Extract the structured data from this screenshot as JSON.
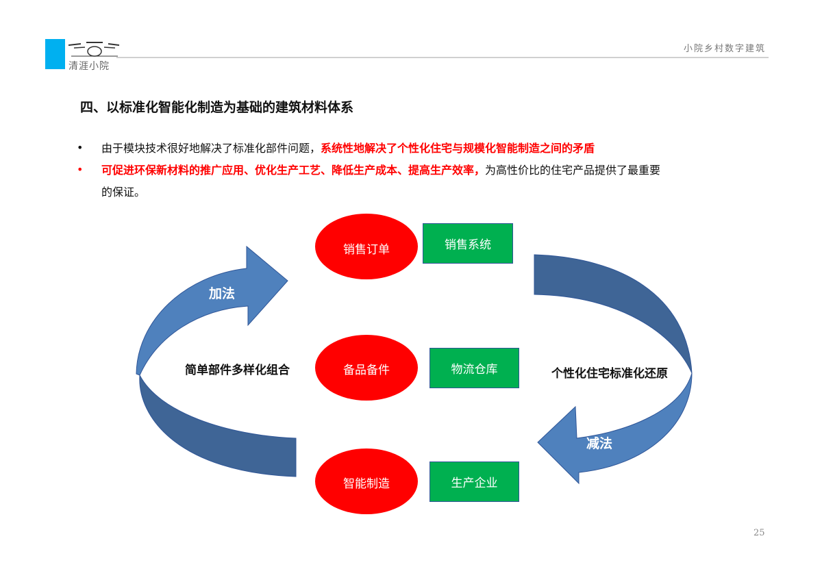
{
  "header": {
    "brand": "小院乡村数字建筑",
    "logo_text": "清涯小院"
  },
  "title": "四、以标准化智能化制造为基础的建筑材料体系",
  "bullets": [
    {
      "symbol": "•",
      "normal": "由于模块技术很好地解决了标准化部件问题，",
      "highlight": "系统性地解决了个性化住宅与规模化智能制造之间的矛盾"
    },
    {
      "symbol": "•",
      "highlight": "可促进环保新材料的推广应用、优化生产工艺、降低生产成本、提高生产效率，",
      "normal": "为高性价比的住宅产品提供了最重要",
      "normal2": "的保证。"
    }
  ],
  "diagram": {
    "left_arrow_label": "加法",
    "right_arrow_label": "减法",
    "left_text": "简单部件多样化组合",
    "right_text": "个性化住宅标准化还原",
    "ellipses": [
      "销售订单",
      "备品备件",
      "智能制造"
    ],
    "boxes": [
      "销售系统",
      "物流仓库",
      "生产企业"
    ],
    "colors": {
      "ellipse": "#ff0000",
      "box": "#00b050",
      "arrow_light": "#4f81bd",
      "arrow_dark": "#3f6596"
    }
  },
  "page_number": "25"
}
